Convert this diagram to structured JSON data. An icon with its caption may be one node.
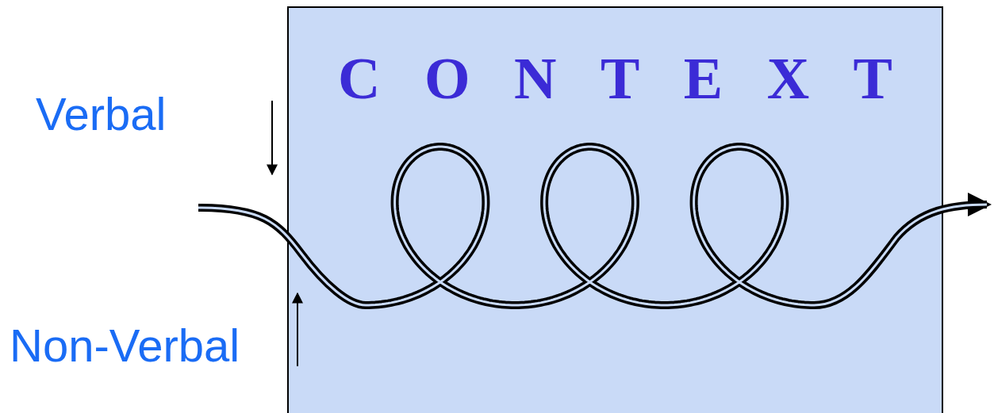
{
  "diagram": {
    "nodes": [
      {
        "text": [
          "CONTEXT"
        ]
      },
      {
        "text": [
          "Verbal"
        ]
      },
      {
        "text": [
          "Non-Verbal"
        ]
      }
    ]
  }
}
